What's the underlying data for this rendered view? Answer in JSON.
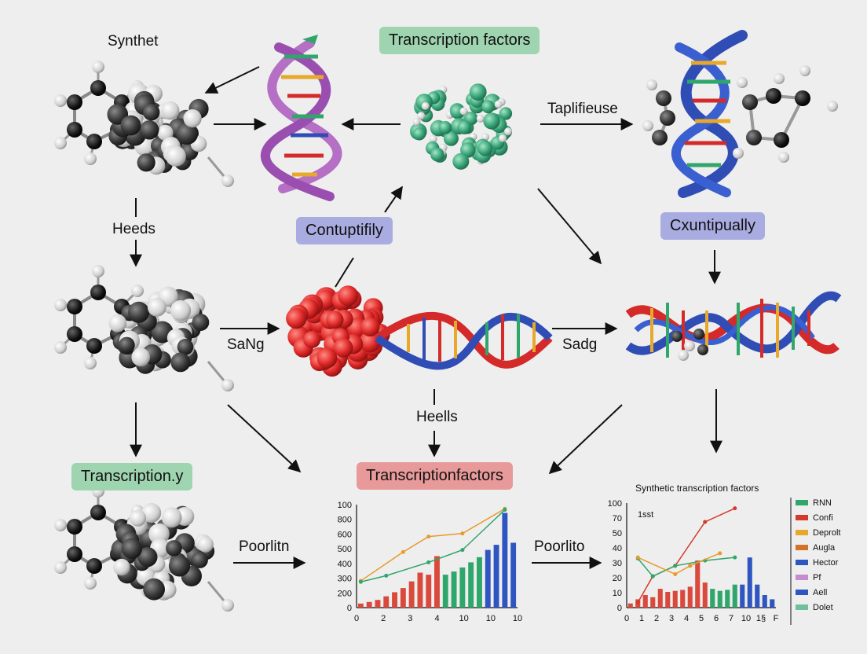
{
  "labels": {
    "synthet": "Synthet",
    "heeds": "Heeds",
    "sang": "SaNg",
    "sadg": "Sadg",
    "heells": "Heells",
    "taplifieuse": "Taplifieuse",
    "poorlitn": "Poorlitn",
    "poorlito": "Poorlito"
  },
  "pills": {
    "top_tf": "Transcription factors",
    "contuptifily": "Contuptifily",
    "cxuntipually": "Cxuntipually",
    "transcription_y": "Transcription.y",
    "mid_tf": "Transcriptionfactors"
  },
  "colors": {
    "green_pill": "#9fd4b0",
    "blue_pill": "#a9ace0",
    "red_pill": "#e89a9a",
    "dna_purple": "#b56fc4",
    "dna_blue": "#2f4db5",
    "dna_red": "#d42a2a",
    "protein_green": "#3aa57a",
    "protein_red": "#e02a2a"
  },
  "icons": [
    "molecule-icon",
    "dna-helix-icon",
    "protein-icon",
    "arrow-icon"
  ],
  "chart_data": [
    {
      "type": "bar",
      "title": "",
      "y_ticks": [
        "100",
        "800",
        "600",
        "500",
        "400",
        "300",
        "200",
        "0"
      ],
      "x_ticks": [
        "0",
        "2",
        "3",
        "4",
        "10",
        "10",
        "10"
      ],
      "bars": [
        {
          "value": 40,
          "color": "#d94a3d"
        },
        {
          "value": 55,
          "color": "#d94a3d"
        },
        {
          "value": 75,
          "color": "#d94a3d"
        },
        {
          "value": 110,
          "color": "#d94a3d"
        },
        {
          "value": 150,
          "color": "#d94a3d"
        },
        {
          "value": 190,
          "color": "#d94a3d"
        },
        {
          "value": 255,
          "color": "#d94a3d"
        },
        {
          "value": 340,
          "color": "#d94a3d"
        },
        {
          "value": 320,
          "color": "#d94a3d"
        },
        {
          "value": 500,
          "color": "#d94a3d"
        },
        {
          "value": 320,
          "color": "#2fa66a"
        },
        {
          "value": 350,
          "color": "#2fa66a"
        },
        {
          "value": 390,
          "color": "#2fa66a"
        },
        {
          "value": 440,
          "color": "#2fa66a"
        },
        {
          "value": 490,
          "color": "#2fa66a"
        },
        {
          "value": 560,
          "color": "#2f55c0"
        },
        {
          "value": 610,
          "color": "#2f55c0"
        },
        {
          "value": 920,
          "color": "#2f55c0"
        },
        {
          "value": 630,
          "color": "#2f55c0"
        }
      ],
      "ylim": [
        0,
        1000
      ],
      "lines": [
        {
          "color": "#e89a2a",
          "points": [
            [
              0,
              260
            ],
            [
              5,
              540
            ],
            [
              8,
              690
            ],
            [
              12,
              720
            ],
            [
              17,
              960
            ]
          ]
        },
        {
          "color": "#2fa66a",
          "points": [
            [
              0,
              250
            ],
            [
              3,
              310
            ],
            [
              8,
              440
            ],
            [
              12,
              560
            ],
            [
              17,
              950
            ]
          ]
        }
      ]
    },
    {
      "type": "bar",
      "title": "Synthetic transcription factors",
      "annotation": "1sst",
      "y_ticks": [
        "100",
        "70",
        "50",
        "40",
        "30",
        "20",
        "10",
        "0"
      ],
      "x_ticks": [
        "0",
        "1",
        "2",
        "3",
        "4",
        "5",
        "6",
        "7",
        "10",
        "1§",
        "F"
      ],
      "ylim": [
        0,
        100
      ],
      "bars": [
        {
          "value": 4,
          "color": "#d94a3d"
        },
        {
          "value": 8,
          "color": "#d94a3d"
        },
        {
          "value": 12,
          "color": "#d94a3d"
        },
        {
          "value": 10,
          "color": "#d94a3d"
        },
        {
          "value": 18,
          "color": "#d94a3d"
        },
        {
          "value": 15,
          "color": "#d94a3d"
        },
        {
          "value": 16,
          "color": "#d94a3d"
        },
        {
          "value": 17,
          "color": "#d94a3d"
        },
        {
          "value": 20,
          "color": "#d94a3d"
        },
        {
          "value": 45,
          "color": "#d94a3d"
        },
        {
          "value": 24,
          "color": "#d94a3d"
        },
        {
          "value": 18,
          "color": "#2fa66a"
        },
        {
          "value": 16,
          "color": "#2fa66a"
        },
        {
          "value": 17,
          "color": "#2fa66a"
        },
        {
          "value": 22,
          "color": "#2fa66a"
        },
        {
          "value": 22,
          "color": "#2f55c0"
        },
        {
          "value": 48,
          "color": "#2f55c0"
        },
        {
          "value": 22,
          "color": "#2f55c0"
        },
        {
          "value": 12,
          "color": "#2f55c0"
        },
        {
          "value": 8,
          "color": "#2f55c0"
        }
      ],
      "lines": [
        {
          "color": "#d43a2a",
          "points": [
            [
              1,
              5
            ],
            [
              3,
              30
            ],
            [
              6,
              40
            ],
            [
              10,
              82
            ],
            [
              14,
              95
            ]
          ]
        },
        {
          "color": "#2fa66a",
          "points": [
            [
              1,
              47
            ],
            [
              3,
              30
            ],
            [
              6,
              40
            ],
            [
              10,
              45
            ],
            [
              14,
              48
            ]
          ]
        },
        {
          "color": "#e89a2a",
          "points": [
            [
              1,
              48
            ],
            [
              6,
              32
            ],
            [
              8,
              40
            ],
            [
              12,
              52
            ]
          ]
        }
      ],
      "legend": [
        {
          "name": "RNN",
          "color": "#2fa66a"
        },
        {
          "name": "Confi",
          "color": "#d43a2a"
        },
        {
          "name": "Deprolt",
          "color": "#e8a82a"
        },
        {
          "name": "Augla",
          "color": "#d4722a"
        },
        {
          "name": "Hector",
          "color": "#2f55c0"
        },
        {
          "name": "Pf",
          "color": "#c88ad0"
        },
        {
          "name": "Aell",
          "color": "#2f55c0"
        },
        {
          "name": "Dolet",
          "color": "#6fc09a"
        }
      ]
    }
  ]
}
